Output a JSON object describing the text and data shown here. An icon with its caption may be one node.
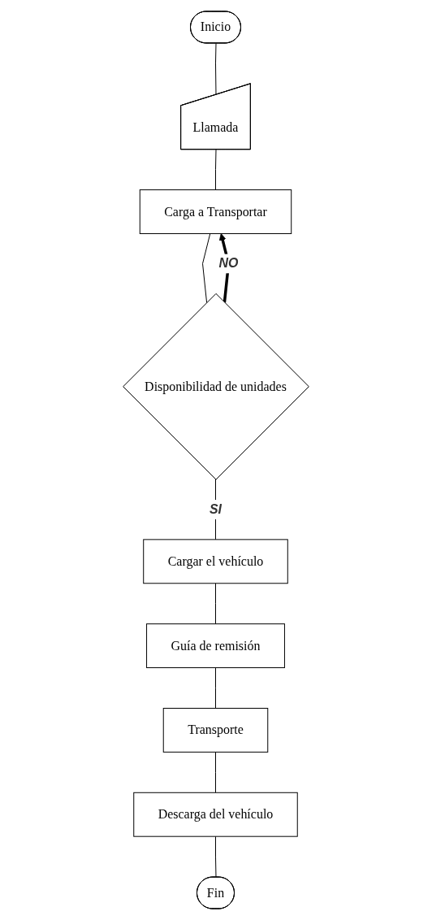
{
  "diagram": {
    "nodes": [
      {
        "text": [
          "Inicio"
        ]
      },
      {
        "text": [
          "Llamada"
        ]
      },
      {
        "text": [
          "Carga a Transportar"
        ]
      },
      {
        "text": [
          "Disponibilidad de unidades"
        ]
      },
      {
        "text": [
          "Cargar el vehículo"
        ]
      },
      {
        "text": [
          "Guía de remisión"
        ]
      },
      {
        "text": [
          "Transporte"
        ]
      },
      {
        "text": [
          "Descarga del vehículo"
        ]
      },
      {
        "text": [
          "Fin"
        ]
      }
    ],
    "edges": [
      {
        "from": 0,
        "to": 1,
        "arrow": "none"
      },
      {
        "from": 1,
        "to": 2,
        "arrow": "none"
      },
      {
        "from": 2,
        "to": 3,
        "arrow": "none"
      },
      {
        "from": 3,
        "to": 2,
        "arrow": "to",
        "label": "NO",
        "style": "thick"
      },
      {
        "from": 3,
        "to": 4,
        "arrow": "none",
        "label": "SI"
      },
      {
        "from": 4,
        "to": 5,
        "arrow": "none"
      },
      {
        "from": 5,
        "to": 6,
        "arrow": "none"
      },
      {
        "from": 6,
        "to": 7,
        "arrow": "none"
      },
      {
        "from": 7,
        "to": 8,
        "arrow": "none"
      }
    ]
  }
}
